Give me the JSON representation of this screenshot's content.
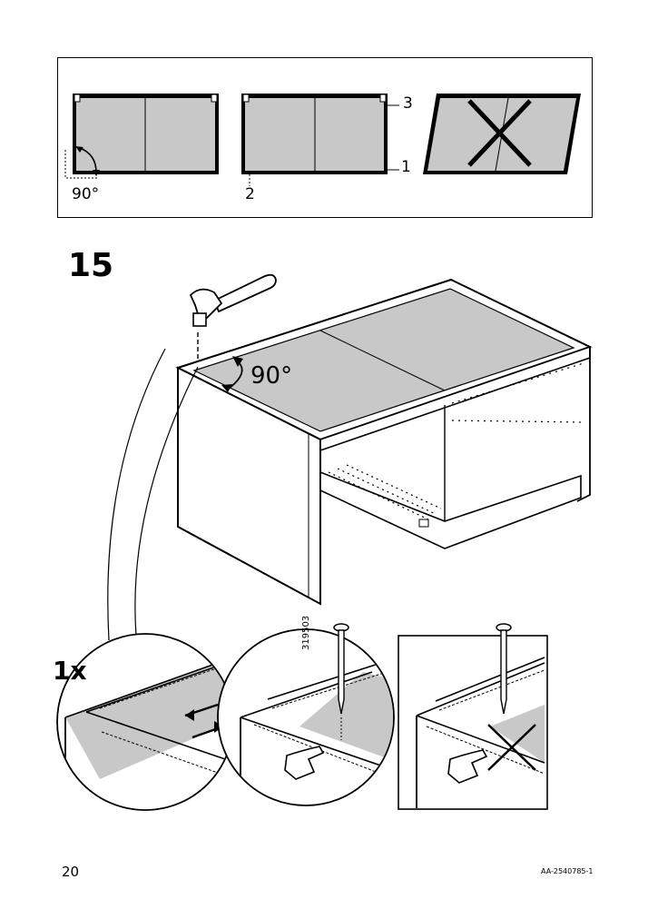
{
  "top_panel": {
    "angle_label": "90°",
    "callout_1": "1",
    "callout_2": "2",
    "callout_3": "3"
  },
  "step": {
    "number": "15",
    "angle_label": "90°",
    "quantity": "1x",
    "article_number": "319503"
  },
  "footer": {
    "page_number": "20",
    "doc_code": "AA-2540785-1"
  },
  "colors": {
    "panel_fill": "#c8c8c8",
    "line": "#000000"
  }
}
